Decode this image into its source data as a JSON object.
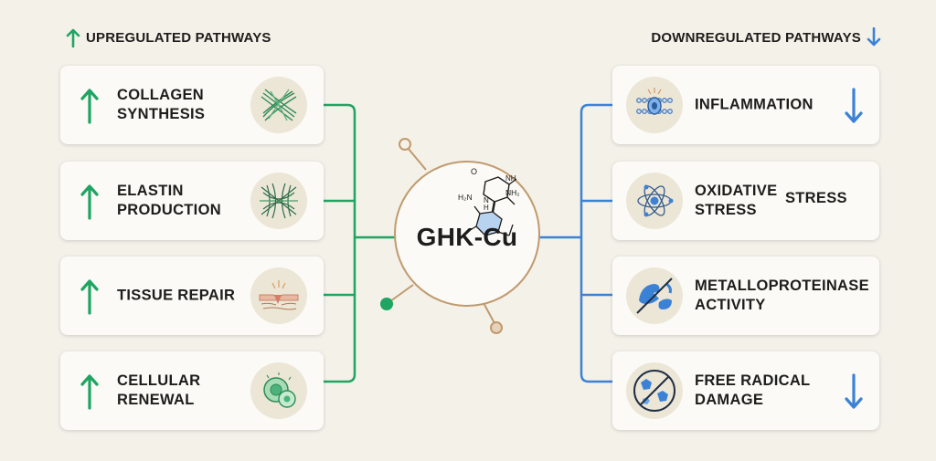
{
  "headings": {
    "upregulated": "UPREGULATED PATHWAYS",
    "downregulated": "DOWNREGULATED PATHWAYS"
  },
  "center": {
    "title": "GHK-Cu",
    "molecule_labels": {
      "o": "O",
      "h2n": "H₂N",
      "nh_top": "NH",
      "nh_bottom": "N\nH",
      "nh2": "NH₂"
    }
  },
  "upregulated": [
    {
      "label": "COLLAGEN\nSYNTHESIS",
      "icon": "collagen-fiber-icon"
    },
    {
      "label": "ELASTIN\nPRODUCTION",
      "icon": "elastin-network-icon"
    },
    {
      "label": "TISSUE REPAIR",
      "icon": "skin-repair-icon"
    },
    {
      "label": "CELLULAR\nRENEWAL",
      "icon": "cell-division-icon"
    }
  ],
  "downregulated": [
    {
      "label": "INFLAMMATION",
      "icon": "inflamed-cell-icon",
      "arrow": true
    },
    {
      "label": "OXIDATIVE\nSTRESS",
      "extra_label": "STRESS",
      "icon": "atom-icon",
      "arrow": false
    },
    {
      "label": "METALLOPROTEINASE\nACTIVITY",
      "icon": "blocked-enzyme-icon",
      "arrow": false
    },
    {
      "label": "FREE RADICAL\nDAMAGE",
      "icon": "blocked-radical-icon",
      "arrow": true
    }
  ],
  "colors": {
    "up": "#1fa462",
    "down": "#3b82d6",
    "node": "#c09a6e",
    "background": "#f4f1e9",
    "card": "#fbfaf6"
  }
}
